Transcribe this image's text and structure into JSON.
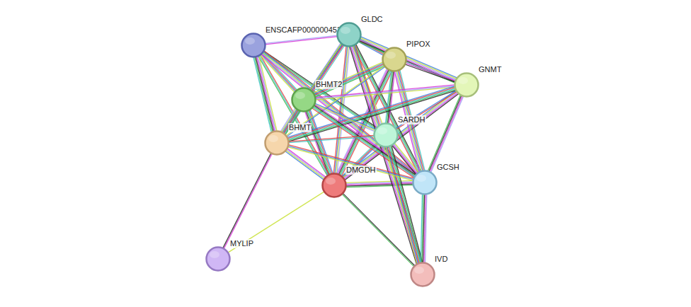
{
  "diagram": {
    "nodes": [
      {
        "text": [
          "ENSCAFP00000045369"
        ]
      },
      {
        "text": [
          "GLDC"
        ]
      },
      {
        "text": [
          "PIPOX"
        ]
      },
      {
        "text": [
          "GNMT"
        ]
      },
      {
        "text": [
          "BHMT2"
        ]
      },
      {
        "text": [
          "SARDH"
        ]
      },
      {
        "text": [
          "BHMT"
        ]
      },
      {
        "text": [
          "DMGDH"
        ]
      },
      {
        "text": [
          "GCSH"
        ]
      },
      {
        "text": [
          "MYLIP"
        ]
      },
      {
        "text": [
          "IVD"
        ]
      }
    ],
    "edges": [
      {
        "from": 7,
        "to": 9,
        "arrow": "none"
      },
      {
        "from": 7,
        "to": 6,
        "arrow": "none"
      },
      {
        "from": 7,
        "to": 4,
        "arrow": "none"
      },
      {
        "from": 7,
        "to": 5,
        "arrow": "none"
      },
      {
        "from": 7,
        "to": 8,
        "arrow": "none"
      },
      {
        "from": 7,
        "to": 10,
        "arrow": "none"
      },
      {
        "from": 7,
        "to": 1,
        "arrow": "none"
      },
      {
        "from": 7,
        "to": 2,
        "arrow": "none"
      },
      {
        "from": 7,
        "to": 0,
        "arrow": "none"
      },
      {
        "from": 7,
        "to": 3,
        "arrow": "none"
      },
      {
        "from": 6,
        "to": 9,
        "arrow": "none"
      },
      {
        "from": 0,
        "to": 4,
        "arrow": "none"
      },
      {
        "from": 0,
        "to": 6,
        "arrow": "none"
      },
      {
        "from": 0,
        "to": 5,
        "arrow": "none"
      },
      {
        "from": 0,
        "to": 8,
        "arrow": "none"
      },
      {
        "from": 0,
        "to": 1,
        "arrow": "none"
      },
      {
        "from": 1,
        "to": 2,
        "arrow": "none"
      },
      {
        "from": 1,
        "to": 3,
        "arrow": "none"
      },
      {
        "from": 1,
        "to": 4,
        "arrow": "none"
      },
      {
        "from": 1,
        "to": 6,
        "arrow": "none"
      },
      {
        "from": 1,
        "to": 5,
        "arrow": "none"
      },
      {
        "from": 1,
        "to": 8,
        "arrow": "none"
      },
      {
        "from": 1,
        "to": 10,
        "arrow": "none"
      },
      {
        "from": 2,
        "to": 3,
        "arrow": "none"
      },
      {
        "from": 2,
        "to": 4,
        "arrow": "none"
      },
      {
        "from": 2,
        "to": 6,
        "arrow": "none"
      },
      {
        "from": 2,
        "to": 5,
        "arrow": "none"
      },
      {
        "from": 2,
        "to": 8,
        "arrow": "none"
      },
      {
        "from": 3,
        "to": 4,
        "arrow": "none"
      },
      {
        "from": 3,
        "to": 6,
        "arrow": "none"
      },
      {
        "from": 3,
        "to": 5,
        "arrow": "none"
      },
      {
        "from": 3,
        "to": 8,
        "arrow": "none"
      },
      {
        "from": 4,
        "to": 6,
        "arrow": "none"
      },
      {
        "from": 4,
        "to": 5,
        "arrow": "none"
      },
      {
        "from": 4,
        "to": 8,
        "arrow": "none"
      },
      {
        "from": 5,
        "to": 6,
        "arrow": "none"
      },
      {
        "from": 5,
        "to": 8,
        "arrow": "none"
      },
      {
        "from": 5,
        "to": 10,
        "arrow": "none"
      },
      {
        "from": 6,
        "to": 8,
        "arrow": "none"
      },
      {
        "from": 8,
        "to": 10,
        "arrow": "none"
      }
    ]
  }
}
